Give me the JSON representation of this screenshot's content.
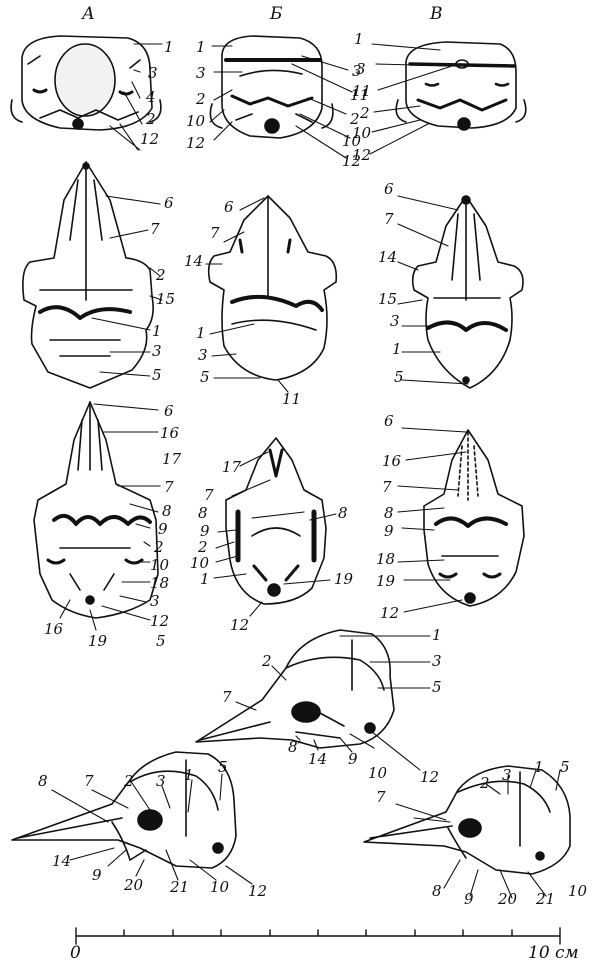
{
  "columns": {
    "a": "А",
    "b": "Б",
    "c": "В"
  },
  "labels": {
    "n1": "1",
    "n2": "2",
    "n3": "3",
    "n4": "4",
    "n5": "5",
    "n6": "6",
    "n7": "7",
    "n8": "8",
    "n8p": "8′",
    "n9": "9",
    "n10": "10",
    "n11": "11",
    "n12": "12",
    "n14": "14",
    "n15": "15",
    "n16": "16",
    "n17": "17",
    "n18": "18",
    "n19": "19",
    "n20": "20",
    "n21": "21"
  },
  "scale": {
    "start": "0",
    "end": "10 см"
  }
}
